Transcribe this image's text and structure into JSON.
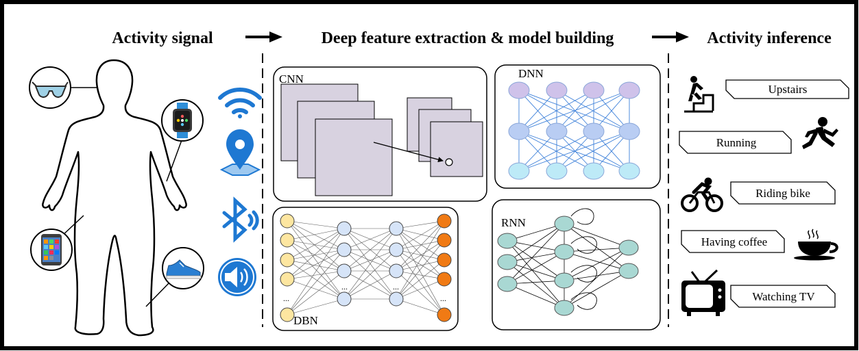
{
  "header": {
    "left": "Activity signal",
    "middle": "Deep feature extraction & model building",
    "right": "Activity inference"
  },
  "models": {
    "cnn": "CNN",
    "dnn": "DNN",
    "dbn": "DBN",
    "rnn": "RNN",
    "ellipsis": "..."
  },
  "activities": {
    "upstairs": "Upstairs",
    "running": "Running",
    "riding_bike": "Riding bike",
    "having_coffee": "Having coffee",
    "watching_tv": "Watching TV"
  },
  "colors": {
    "frame": "#000000",
    "cnn_fill": "#d8d2e0",
    "dnn_top": "#cfc2ea",
    "dnn_mid": "#b9cdf3",
    "dnn_bottom": "#bdeaf7",
    "dnn_edge": "#3b7fd9",
    "dbn_yellow": "#fde6a0",
    "dbn_blue": "#d6e4f8",
    "dbn_orange": "#f07a14",
    "rnn_node": "#a9d8d3",
    "signal_blue": "#1e78d2"
  },
  "icons": {
    "sensors": [
      "glasses-icon",
      "smartwatch-icon",
      "smartphone-icon",
      "shoe-icon"
    ],
    "signals": [
      "wifi-icon",
      "location-pin-icon",
      "bluetooth-icon",
      "speaker-icon"
    ],
    "activities": [
      "stairs-icon",
      "running-person-icon",
      "cyclist-icon",
      "coffee-cup-icon",
      "tv-icon"
    ]
  }
}
